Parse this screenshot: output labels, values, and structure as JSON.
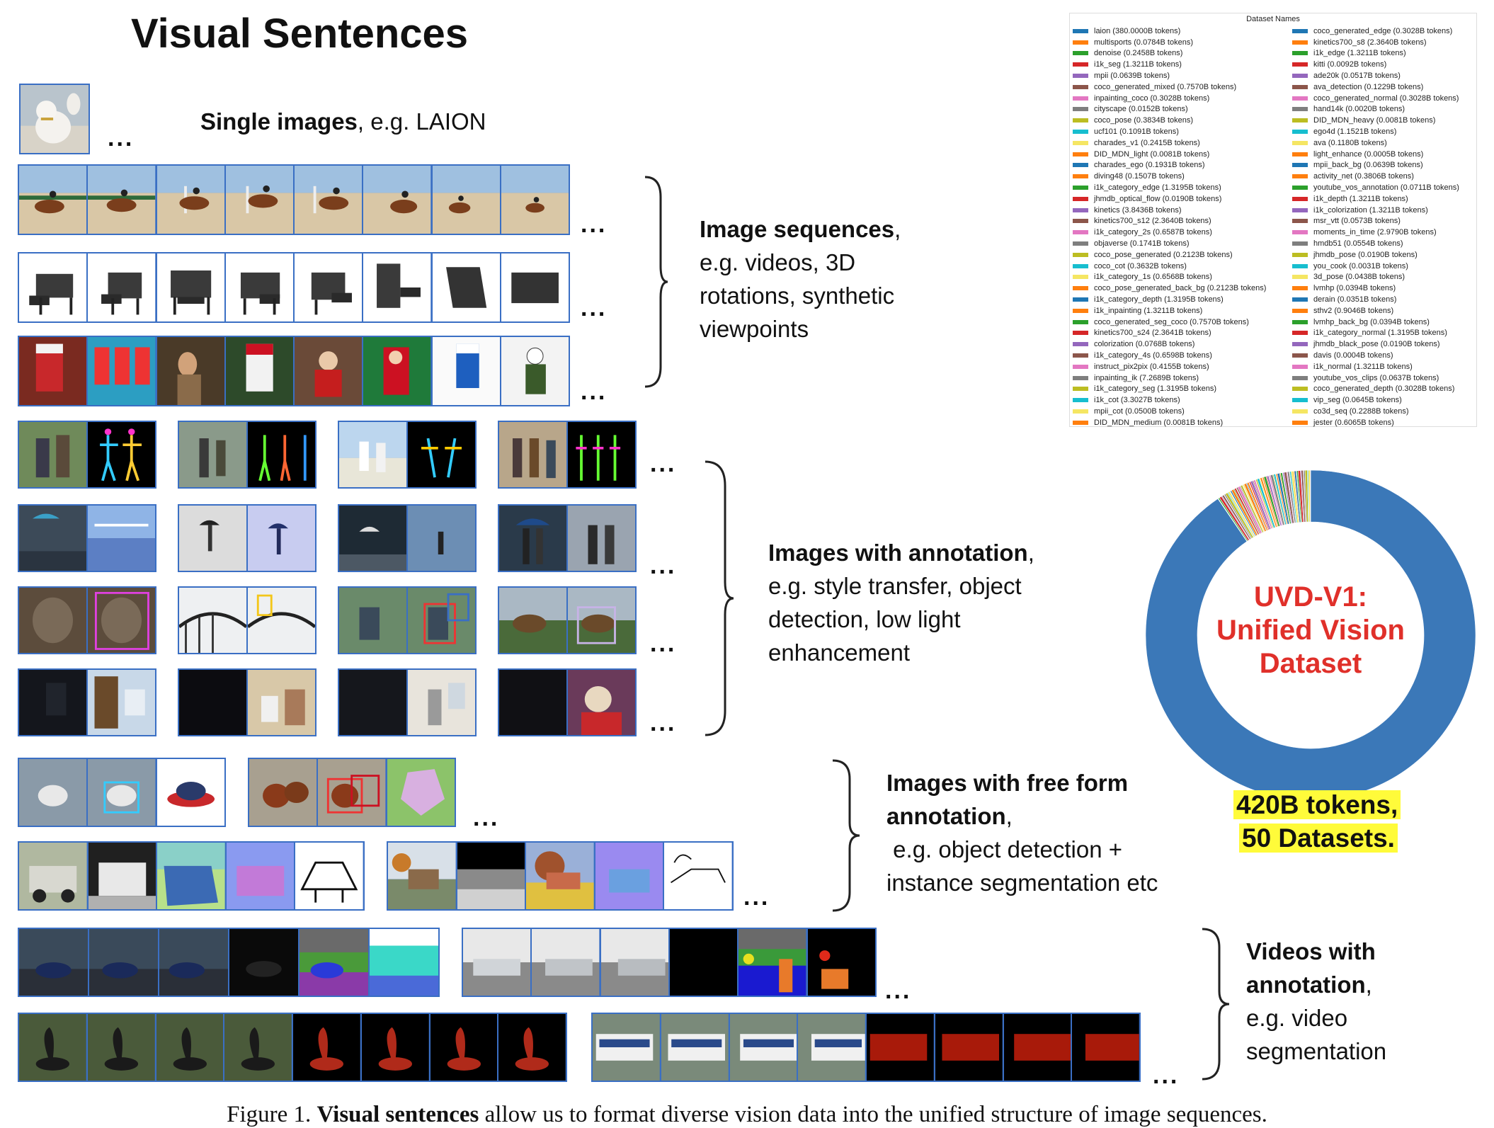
{
  "title": "Visual Sentences",
  "sections": {
    "single": {
      "label_bold": "Single images",
      "label_rest": ", e.g. LAION"
    },
    "sequences": {
      "label_bold": "Image sequences",
      "label_rest": ",",
      "lines": [
        "e.g. videos, 3D",
        "rotations, synthetic",
        "viewpoints"
      ]
    },
    "annotation": {
      "label_bold": "Images with annotation",
      "label_rest": ",",
      "lines": [
        "e.g. style transfer, object",
        "detection, low light",
        "enhancement"
      ]
    },
    "freeform": {
      "label_bold1": "Images with free form",
      "label_bold2": "annotation",
      "label_rest": ",",
      "lines": [
        " e.g. object detection +",
        "instance segmentation etc"
      ]
    },
    "videos": {
      "label_bold1": "Videos with",
      "label_bold2": "annotation",
      "label_rest": ",",
      "lines": [
        "e.g. video",
        "segmentation"
      ]
    }
  },
  "ellipsis": "...",
  "legend": {
    "title": "Dataset Names",
    "left": [
      {
        "name": "laion (380.0000B tokens)",
        "color": "#1f77b4"
      },
      {
        "name": "multisports (0.0784B tokens)",
        "color": "#ff7f0e"
      },
      {
        "name": "denoise (0.2458B tokens)",
        "color": "#2ca02c"
      },
      {
        "name": "i1k_seg (1.3211B tokens)",
        "color": "#d62728"
      },
      {
        "name": "mpii (0.0639B tokens)",
        "color": "#9467bd"
      },
      {
        "name": "coco_generated_mixed (0.7570B tokens)",
        "color": "#8c564b"
      },
      {
        "name": "inpainting_coco (0.3028B tokens)",
        "color": "#e377c2"
      },
      {
        "name": "cityscape (0.0152B tokens)",
        "color": "#7f7f7f"
      },
      {
        "name": "coco_pose (0.3834B tokens)",
        "color": "#bcbd22"
      },
      {
        "name": "ucf101 (0.1091B tokens)",
        "color": "#17becf"
      },
      {
        "name": "charades_v1 (0.2415B tokens)",
        "color": "#f5e663"
      },
      {
        "name": "DID_MDN_light (0.0081B tokens)",
        "color": "#ff7f0e"
      },
      {
        "name": "charades_ego (0.1931B tokens)",
        "color": "#1f77b4"
      },
      {
        "name": "diving48 (0.1507B tokens)",
        "color": "#ff7f0e"
      },
      {
        "name": "i1k_category_edge (1.3195B tokens)",
        "color": "#2ca02c"
      },
      {
        "name": "jhmdb_optical_flow (0.0190B tokens)",
        "color": "#d62728"
      },
      {
        "name": "kinetics (3.8436B tokens)",
        "color": "#9467bd"
      },
      {
        "name": "kinetics700_s12 (2.3640B tokens)",
        "color": "#8c564b"
      },
      {
        "name": "i1k_category_2s (0.6587B tokens)",
        "color": "#e377c2"
      },
      {
        "name": "objaverse (0.1741B tokens)",
        "color": "#7f7f7f"
      },
      {
        "name": "coco_pose_generated (0.2123B tokens)",
        "color": "#bcbd22"
      },
      {
        "name": "coco_cot (0.3632B tokens)",
        "color": "#17becf"
      },
      {
        "name": "i1k_category_1s (0.6568B tokens)",
        "color": "#f5e663"
      },
      {
        "name": "coco_pose_generated_back_bg (0.2123B tokens)",
        "color": "#ff7f0e"
      },
      {
        "name": "i1k_category_depth (1.3195B tokens)",
        "color": "#1f77b4"
      },
      {
        "name": "i1k_inpainting (1.3211B tokens)",
        "color": "#ff7f0e"
      },
      {
        "name": "coco_generated_seg_coco (0.7570B tokens)",
        "color": "#2ca02c"
      },
      {
        "name": "kinetics700_s24 (2.3641B tokens)",
        "color": "#d62728"
      },
      {
        "name": "colorization (0.0768B tokens)",
        "color": "#9467bd"
      },
      {
        "name": "i1k_category_4s (0.6598B tokens)",
        "color": "#8c564b"
      },
      {
        "name": "instruct_pix2pix (0.4155B tokens)",
        "color": "#e377c2"
      },
      {
        "name": "inpainting_ik (7.2689B tokens)",
        "color": "#7f7f7f"
      },
      {
        "name": "i1k_category_seg (1.3195B tokens)",
        "color": "#bcbd22"
      },
      {
        "name": "i1k_cot (3.3027B tokens)",
        "color": "#17becf"
      },
      {
        "name": "mpii_cot (0.0500B tokens)",
        "color": "#f5e663"
      },
      {
        "name": "DID_MDN_medium (0.0081B tokens)",
        "color": "#ff7f0e"
      }
    ],
    "right": [
      {
        "name": "coco_generated_edge (0.3028B tokens)",
        "color": "#1f77b4"
      },
      {
        "name": "kinetics700_s8 (2.3640B tokens)",
        "color": "#ff7f0e"
      },
      {
        "name": "i1k_edge (1.3211B tokens)",
        "color": "#2ca02c"
      },
      {
        "name": "kitti (0.0092B tokens)",
        "color": "#d62728"
      },
      {
        "name": "ade20k (0.0517B tokens)",
        "color": "#9467bd"
      },
      {
        "name": "ava_detection (0.1229B tokens)",
        "color": "#8c564b"
      },
      {
        "name": "coco_generated_normal (0.3028B tokens)",
        "color": "#e377c2"
      },
      {
        "name": "hand14k (0.0020B tokens)",
        "color": "#7f7f7f"
      },
      {
        "name": "DID_MDN_heavy (0.0081B tokens)",
        "color": "#bcbd22"
      },
      {
        "name": "ego4d (1.1521B tokens)",
        "color": "#17becf"
      },
      {
        "name": "ava (0.1180B tokens)",
        "color": "#f5e663"
      },
      {
        "name": "light_enhance (0.0005B tokens)",
        "color": "#ff7f0e"
      },
      {
        "name": "mpii_back_bg (0.0639B tokens)",
        "color": "#1f77b4"
      },
      {
        "name": "activity_net (0.3806B tokens)",
        "color": "#ff7f0e"
      },
      {
        "name": "youtube_vos_annotation (0.0711B tokens)",
        "color": "#2ca02c"
      },
      {
        "name": "i1k_depth (1.3211B tokens)",
        "color": "#d62728"
      },
      {
        "name": "i1k_colorization (1.3211B tokens)",
        "color": "#9467bd"
      },
      {
        "name": "msr_vtt (0.0573B tokens)",
        "color": "#8c564b"
      },
      {
        "name": "moments_in_time (2.9790B tokens)",
        "color": "#e377c2"
      },
      {
        "name": "hmdb51 (0.0554B tokens)",
        "color": "#7f7f7f"
      },
      {
        "name": "jhmdb_pose (0.0190B tokens)",
        "color": "#bcbd22"
      },
      {
        "name": "you_cook (0.0031B tokens)",
        "color": "#17becf"
      },
      {
        "name": "3d_pose (0.0438B tokens)",
        "color": "#f5e663"
      },
      {
        "name": "lvmhp (0.0394B tokens)",
        "color": "#ff7f0e"
      },
      {
        "name": "derain (0.0351B tokens)",
        "color": "#1f77b4"
      },
      {
        "name": "sthv2 (0.9046B tokens)",
        "color": "#ff7f0e"
      },
      {
        "name": "lvmhp_back_bg (0.0394B tokens)",
        "color": "#2ca02c"
      },
      {
        "name": "i1k_category_normal (1.3195B tokens)",
        "color": "#d62728"
      },
      {
        "name": "jhmdb_black_pose (0.0190B tokens)",
        "color": "#9467bd"
      },
      {
        "name": "davis (0.0004B tokens)",
        "color": "#8c564b"
      },
      {
        "name": "i1k_normal (1.3211B tokens)",
        "color": "#e377c2"
      },
      {
        "name": "youtube_vos_clips (0.0637B tokens)",
        "color": "#7f7f7f"
      },
      {
        "name": "coco_generated_depth (0.3028B tokens)",
        "color": "#bcbd22"
      },
      {
        "name": "vip_seg (0.0645B tokens)",
        "color": "#17becf"
      },
      {
        "name": "co3d_seq (0.2288B tokens)",
        "color": "#f5e663"
      },
      {
        "name": "jester (0.6065B tokens)",
        "color": "#ff7f0e"
      }
    ]
  },
  "donut": {
    "center_lines": [
      "UVD-V1:",
      "Unified Vision",
      "Dataset"
    ],
    "center_color": "#e0302a",
    "main_color": "#3b78b8",
    "main_fraction": 0.905
  },
  "highlight": [
    "420B tokens,",
    "50 Datasets."
  ],
  "caption": {
    "prefix": "Figure 1.",
    "bold": "Visual sentences",
    "rest": "allow us to format diverse vision data into the unified structure of image sequences."
  }
}
